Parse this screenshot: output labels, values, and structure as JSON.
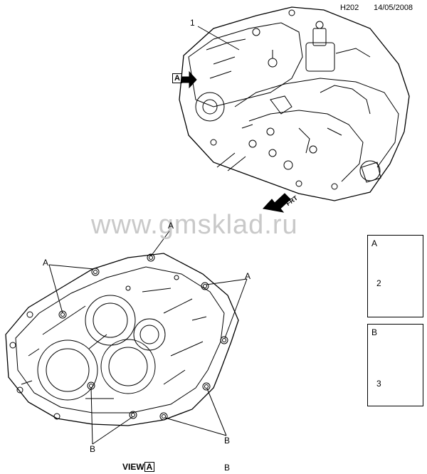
{
  "header": {
    "code": "H202",
    "date": "14/05/2008"
  },
  "watermark": "www.gmsklad.ru",
  "callouts": {
    "part1": "1",
    "view_arrow": "A",
    "frt": "FRT",
    "a1": "A",
    "a2": "A",
    "a3": "A",
    "b1": "B",
    "b2": "B",
    "b3": "B"
  },
  "detail_boxes": [
    {
      "letter": "A",
      "part": "2"
    },
    {
      "letter": "B",
      "part": "3"
    }
  ],
  "view_label": {
    "prefix": "VIEW",
    "letter": "A"
  }
}
